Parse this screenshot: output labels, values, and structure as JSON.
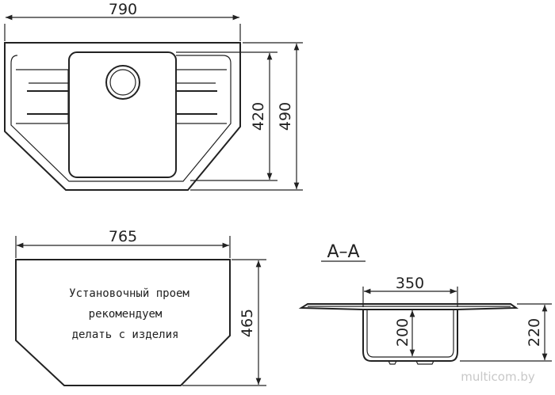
{
  "top_view": {
    "width": "790",
    "inner_height": "420",
    "outer_height": "490"
  },
  "cutout": {
    "width": "765",
    "height": "465",
    "note_lines": [
      "Установочный проем",
      "рекомендуем",
      "делать с изделия"
    ]
  },
  "section": {
    "label": "A–A",
    "bowl_width": "350",
    "bowl_depth": "200",
    "total_depth": "220"
  },
  "watermark": "multicom.by"
}
